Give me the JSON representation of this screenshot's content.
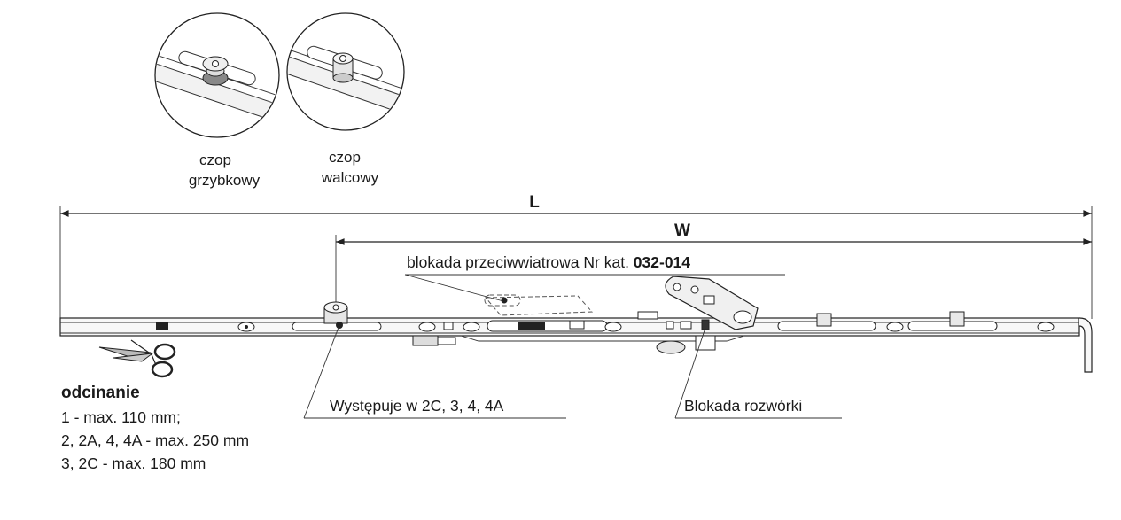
{
  "details": {
    "mushroom": {
      "line1": "czop",
      "line2": "grzybkowy"
    },
    "cylinder": {
      "line1": "czop",
      "line2": "walcowy"
    }
  },
  "dimensions": {
    "L": "L",
    "W": "W"
  },
  "annotations": {
    "wind_lock": {
      "text": "blokada przeciwwiatrowa Nr kat. ",
      "code": "032-014"
    },
    "occurs_in": "Występuje w 2C, 3, 4, 4A",
    "arm_lock": "Blokada rozwórki"
  },
  "cutting": {
    "title": "odcinanie",
    "lines": [
      "1 - max. 110 mm;",
      "2, 2A, 4, 4A - max. 250 mm",
      "3, 2C - max. 180 mm"
    ]
  },
  "icons": {
    "scissors": "scissors-icon"
  }
}
